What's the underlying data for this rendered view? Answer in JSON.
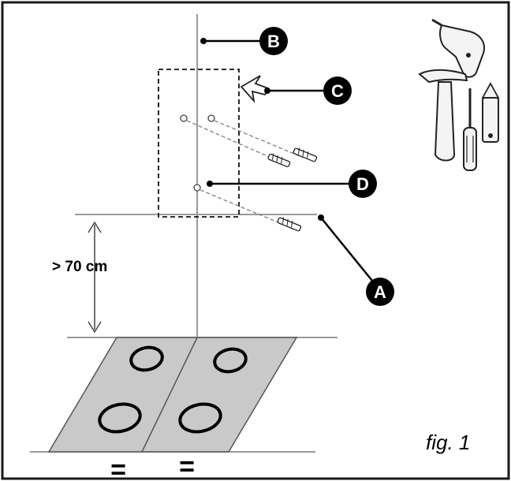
{
  "labels": {
    "callout_a": "A",
    "callout_b": "B",
    "callout_c": "C",
    "callout_d": "D"
  },
  "measurement": {
    "min_height": "> 70 cm"
  },
  "equal_marks": {
    "left": "=",
    "right": "="
  },
  "caption": "fig. 1",
  "tools": [
    "drill-icon",
    "hammer-icon",
    "screwdriver-icon",
    "pencil-icon"
  ]
}
